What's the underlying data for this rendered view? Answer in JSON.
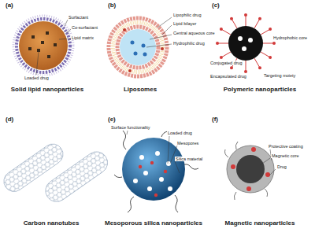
{
  "diagram": {
    "labels": [
      "(a)",
      "Surfactant",
      "Co-surfactant",
      "Lipid matrix",
      "Loaded drug",
      "Solid lipid nanoparticles",
      "(b)",
      "Lipophilic drug",
      "Lipid bilayer",
      "Central aqueous core",
      "Hydrophilic drug",
      "Liposomes",
      "(c)",
      "Conjugated drug",
      "Encapsulated drug",
      "Hydrophobic core",
      "Targeting moiety",
      "Polymeric nanoparticles",
      "(d)",
      "Carbon nanotubes",
      "(e)",
      "Surface functionality",
      "Loaded drug",
      "Mesopores",
      "Silica material",
      "Mesoporous silica nanoparticles",
      "(f)",
      "Protective coating",
      "Magnetic core",
      "Drug",
      "Magnetic nanoparticles"
    ]
  }
}
